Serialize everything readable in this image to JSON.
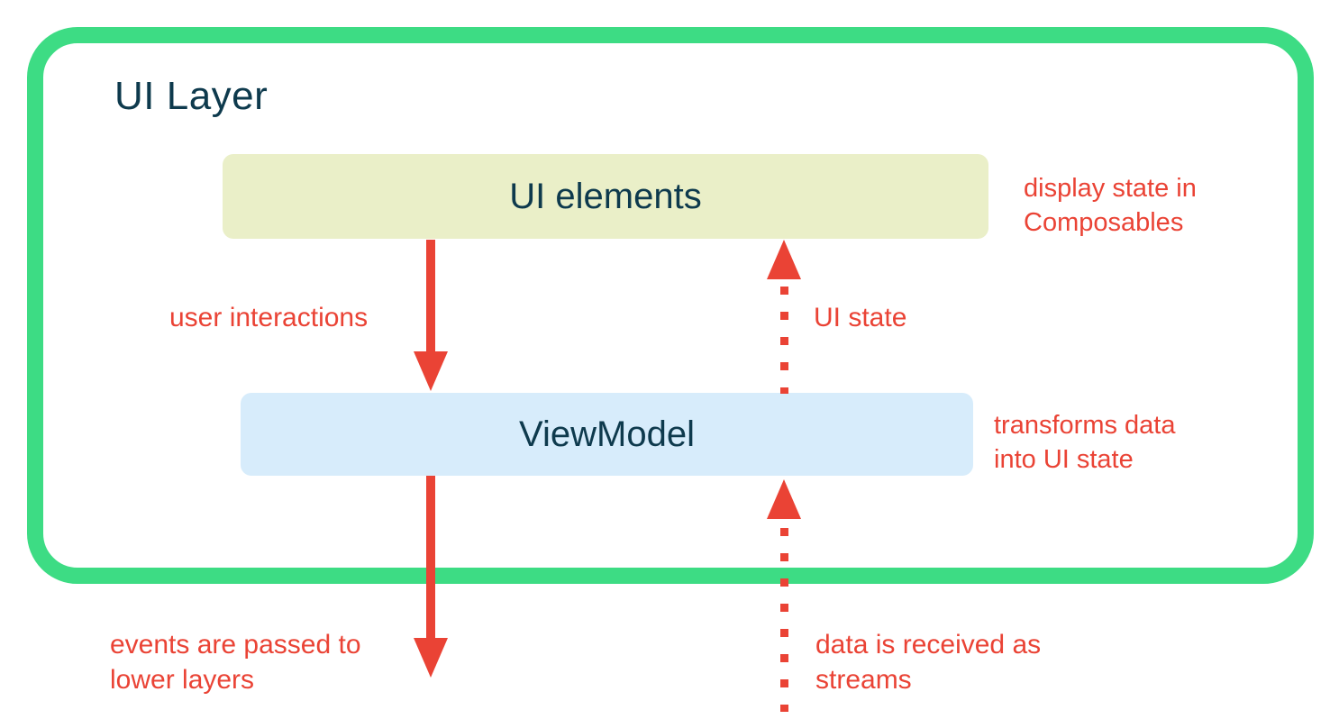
{
  "frame": {
    "title": "UI Layer"
  },
  "nodes": {
    "ui_elements": {
      "label": "UI elements",
      "annotation": "display state in\nComposables"
    },
    "viewmodel": {
      "label": "ViewModel",
      "annotation": "transforms data\ninto UI state"
    }
  },
  "arrows": {
    "user_interactions": {
      "label": "user interactions",
      "style": "solid",
      "direction": "down",
      "from": "UI elements",
      "to": "ViewModel"
    },
    "ui_state": {
      "label": "UI state",
      "style": "dotted",
      "direction": "up",
      "from": "ViewModel",
      "to": "UI elements"
    },
    "events_to_lower_layers": {
      "label": "events are passed to\nlower layers",
      "style": "solid",
      "direction": "down",
      "from": "ViewModel",
      "to": "lower layers"
    },
    "data_streams": {
      "label": "data is received as\nstreams",
      "style": "dotted",
      "direction": "up",
      "from": "lower layers",
      "to": "ViewModel"
    }
  },
  "colors": {
    "frame_green": "#3ddc84",
    "arrow_red": "#ea4335",
    "ui_elements_bg": "#eaefc8",
    "viewmodel_bg": "#d7ecfb",
    "text_navy": "#0e3a4d",
    "canvas_bg": "#ffffff"
  }
}
